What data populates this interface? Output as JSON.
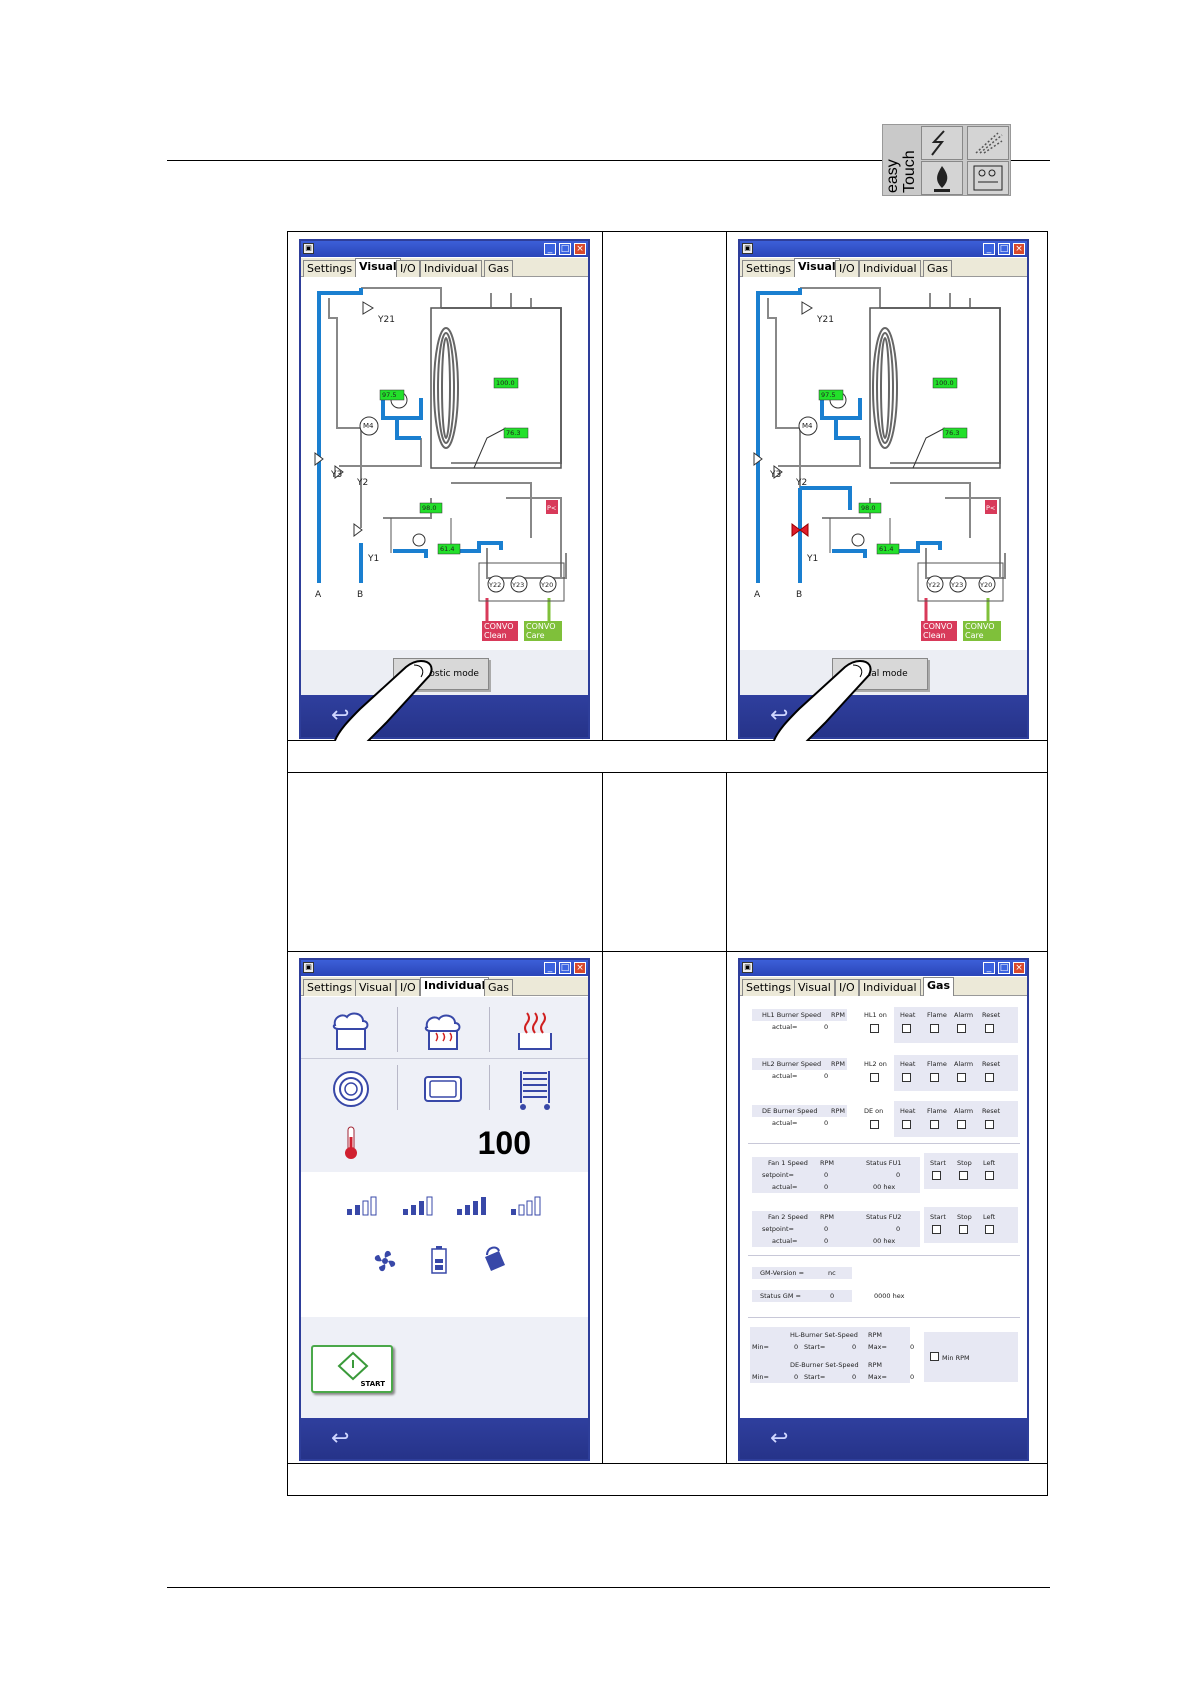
{
  "logo": {
    "brand_line1": "easy",
    "brand_line2": "Touch"
  },
  "tabs": [
    "Settings",
    "Visual",
    "I/O",
    "Individual",
    "Gas"
  ],
  "visual": {
    "valves": [
      "Y21",
      "Y3",
      "Y2",
      "Y1"
    ],
    "lines": [
      "A",
      "B"
    ],
    "motor": "M4",
    "readings": [
      "97.5",
      "100.0",
      "76.3",
      "98.0",
      "61.4"
    ],
    "pressure": "P<",
    "solenoids": [
      "Y22",
      "Y23",
      "Y20"
    ],
    "convo_clean": [
      "CONVO",
      "Clean"
    ],
    "convo_care": [
      "CONVO",
      "Care"
    ]
  },
  "left_window": {
    "mode_button": "Diagnostic mode"
  },
  "right_window": {
    "mode_button": "Visual mode"
  },
  "individual": {
    "temperature": "100",
    "start_label": "START"
  },
  "gas": {
    "hl1": {
      "title": "HL1 Burner Speed",
      "unit": "RPM",
      "actual_label": "actual=",
      "actual": "0",
      "on_label": "HL1 on"
    },
    "hl2": {
      "title": "HL2 Burner Speed",
      "unit": "RPM",
      "actual_label": "actual=",
      "actual": "0",
      "on_label": "HL2 on"
    },
    "de": {
      "title": "DE Burner Speed",
      "unit": "RPM",
      "actual_label": "actual=",
      "actual": "0",
      "on_label": "DE on"
    },
    "burner_flags": [
      "Heat",
      "Flame",
      "Alarm",
      "Reset"
    ],
    "fan1": {
      "title": "Fan 1 Speed",
      "unit": "RPM",
      "setpoint_label": "setpoint=",
      "setpoint": "0",
      "actual_label": "actual=",
      "actual": "0",
      "status_label": "Status FU1",
      "status": "0",
      "hex": "00 hex"
    },
    "fan2": {
      "title": "Fan 2 Speed",
      "unit": "RPM",
      "setpoint_label": "setpoint=",
      "setpoint": "0",
      "actual_label": "actual=",
      "actual": "0",
      "status_label": "Status FU2",
      "status": "0",
      "hex": "00 hex"
    },
    "fan_flags": [
      "Start",
      "Stop",
      "Left"
    ],
    "gm_version_label": "GM-Version =",
    "gm_version": "nc",
    "status_gm_label": "Status GM =",
    "status_gm": "0",
    "status_gm_hex": "0000 hex",
    "hl_set": {
      "title": "HL-Burner Set-Speed",
      "unit": "RPM",
      "min_label": "Min=",
      "min": "0",
      "start_label": "Start=",
      "start": "0",
      "max_label": "Max=",
      "max": "0"
    },
    "de_set": {
      "title": "DE-Burner Set-Speed",
      "unit": "RPM",
      "min_label": "Min=",
      "min": "0",
      "start_label": "Start=",
      "start": "0",
      "max_label": "Max=",
      "max": "0"
    },
    "min_rpm_label": "Min RPM"
  },
  "colors": {
    "titlebar": "#2a45b8",
    "pipe": "#1a7fd0",
    "reading": "#22e02a",
    "clean": "#d83a5a",
    "care": "#7fc03a",
    "bottombar": "#2a368f"
  }
}
